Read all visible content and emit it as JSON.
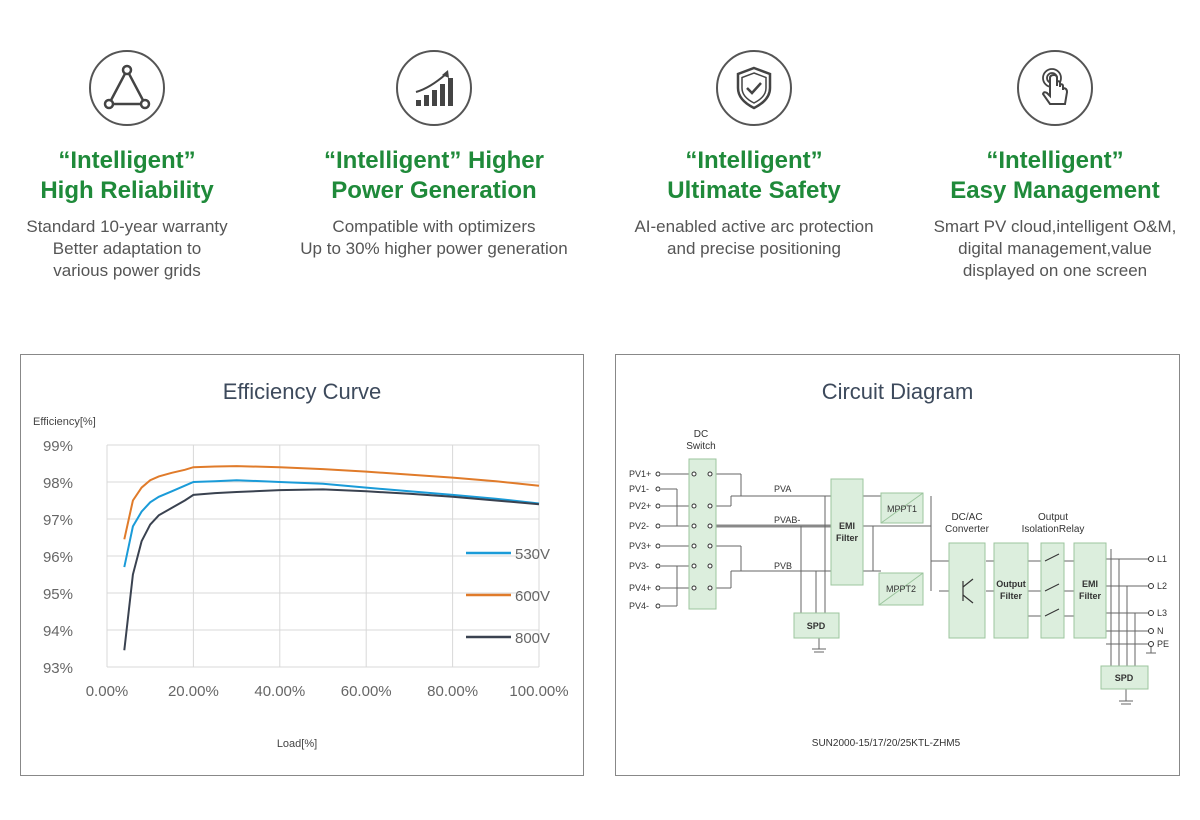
{
  "features": [
    {
      "icon": "triangle-icon",
      "title_line1": "“Intelligent”",
      "title_line2": "High Reliability",
      "desc": [
        "Standard 10-year warranty",
        "Better adaptation to",
        "various power grids"
      ]
    },
    {
      "icon": "growth-chart-icon",
      "title_line1": "“Intelligent”  Higher",
      "title_line2": "Power Generation",
      "desc": [
        "Compatible with optimizers",
        "Up to 30% higher power generation"
      ]
    },
    {
      "icon": "shield-check-icon",
      "title_line1": "“Intelligent”",
      "title_line2": "Ultimate Safety",
      "desc": [
        "AI-enabled active arc protection",
        "and precise positioning"
      ]
    },
    {
      "icon": "touch-hand-icon",
      "title_line1": "“Intelligent”",
      "title_line2": "Easy Management",
      "desc": [
        "Smart PV cloud,intelligent O&M,",
        "digital management,value",
        "displayed on one screen"
      ]
    }
  ],
  "efficiency_panel": {
    "title": "Efficiency Curve"
  },
  "circuit_panel": {
    "title": "Circuit Diagram",
    "model": "SUN2000-15/17/20/25KTL-ZHM5",
    "inputs": [
      "PV1+",
      "PV1-",
      "PV2+",
      "PV2-",
      "PV3+",
      "PV3-",
      "PV4+",
      "PV4-"
    ],
    "dc_switch": [
      "DC",
      "Switch"
    ],
    "buses": [
      "PVA",
      "PVAB-",
      "PVB"
    ],
    "emi_filter": [
      "EMI",
      "Filter"
    ],
    "mppt": [
      "MPPT1",
      "MPPT2"
    ],
    "dcac": [
      "DC/AC",
      "Converter"
    ],
    "output_filter": [
      "Output",
      "Filter"
    ],
    "relay": [
      "Output",
      "IsolationRelay"
    ],
    "emi_filter_out": [
      "EMI",
      "Filter"
    ],
    "spd": "SPD",
    "outputs": [
      "L1",
      "L2",
      "L3",
      "N",
      "PE"
    ]
  },
  "chart_data": {
    "type": "line",
    "title": "Efficiency Curve",
    "ylabel": "Efficiency[%]",
    "xlabel": "Load[%]",
    "xlim": [
      0,
      100
    ],
    "ylim": [
      93,
      99
    ],
    "x_ticks": [
      "0.00%",
      "20.00%",
      "40.00%",
      "60.00%",
      "80.00%",
      "100.00%"
    ],
    "y_ticks": [
      "93%",
      "94%",
      "95%",
      "96%",
      "97%",
      "98%",
      "99%"
    ],
    "legend_position": "right",
    "series": [
      {
        "name": "530V",
        "color": "#1a9bd8",
        "points": [
          [
            4,
            95.7
          ],
          [
            6,
            96.8
          ],
          [
            8,
            97.2
          ],
          [
            10,
            97.45
          ],
          [
            12,
            97.6
          ],
          [
            15,
            97.75
          ],
          [
            18,
            97.9
          ],
          [
            20,
            98.0
          ],
          [
            25,
            98.02
          ],
          [
            30,
            98.05
          ],
          [
            40,
            98.0
          ],
          [
            50,
            97.95
          ],
          [
            60,
            97.85
          ],
          [
            70,
            97.75
          ],
          [
            80,
            97.65
          ],
          [
            90,
            97.55
          ],
          [
            100,
            97.42
          ]
        ]
      },
      {
        "name": "600V",
        "color": "#e07b2a",
        "points": [
          [
            4,
            96.45
          ],
          [
            6,
            97.5
          ],
          [
            8,
            97.85
          ],
          [
            10,
            98.05
          ],
          [
            12,
            98.15
          ],
          [
            15,
            98.25
          ],
          [
            18,
            98.33
          ],
          [
            20,
            98.4
          ],
          [
            25,
            98.42
          ],
          [
            30,
            98.43
          ],
          [
            40,
            98.4
          ],
          [
            50,
            98.35
          ],
          [
            60,
            98.28
          ],
          [
            70,
            98.2
          ],
          [
            80,
            98.12
          ],
          [
            90,
            98.02
          ],
          [
            100,
            97.9
          ]
        ]
      },
      {
        "name": "800V",
        "color": "#3a4250",
        "points": [
          [
            4,
            93.45
          ],
          [
            6,
            95.5
          ],
          [
            8,
            96.4
          ],
          [
            10,
            96.85
          ],
          [
            12,
            97.1
          ],
          [
            15,
            97.3
          ],
          [
            18,
            97.5
          ],
          [
            20,
            97.65
          ],
          [
            25,
            97.7
          ],
          [
            30,
            97.73
          ],
          [
            40,
            97.78
          ],
          [
            50,
            97.8
          ],
          [
            60,
            97.75
          ],
          [
            70,
            97.68
          ],
          [
            80,
            97.6
          ],
          [
            90,
            97.5
          ],
          [
            100,
            97.4
          ]
        ]
      }
    ]
  }
}
